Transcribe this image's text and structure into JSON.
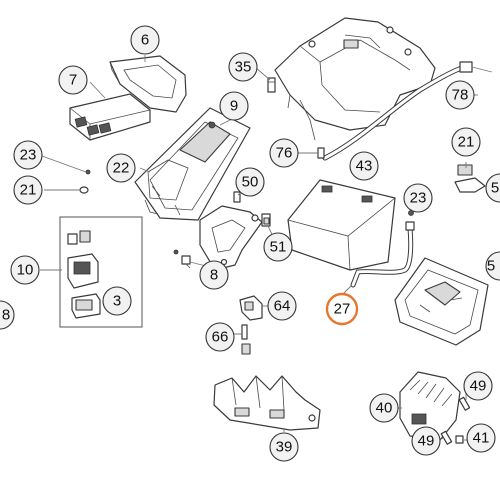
{
  "callouts": {
    "c6": "6",
    "c35": "35",
    "c7": "7",
    "c78": "78",
    "c9": "9",
    "c23a": "23",
    "c22": "22",
    "c76": "76",
    "c21a": "21",
    "c43": "43",
    "c21b": "21",
    "c50": "50",
    "c23b": "23",
    "c5a": "5",
    "c10": "10",
    "c51": "51",
    "c8a": "8",
    "c5b": "5",
    "c8b": "8",
    "c3": "3",
    "c27": "27",
    "c64": "64",
    "c66": "66",
    "c49a": "49",
    "c40": "40",
    "c39": "39",
    "c49b": "49",
    "c41": "41"
  },
  "colors": {
    "highlight": "#e8772e",
    "line": "#3a3a3a",
    "callout_fill": "#f2f2f2"
  }
}
